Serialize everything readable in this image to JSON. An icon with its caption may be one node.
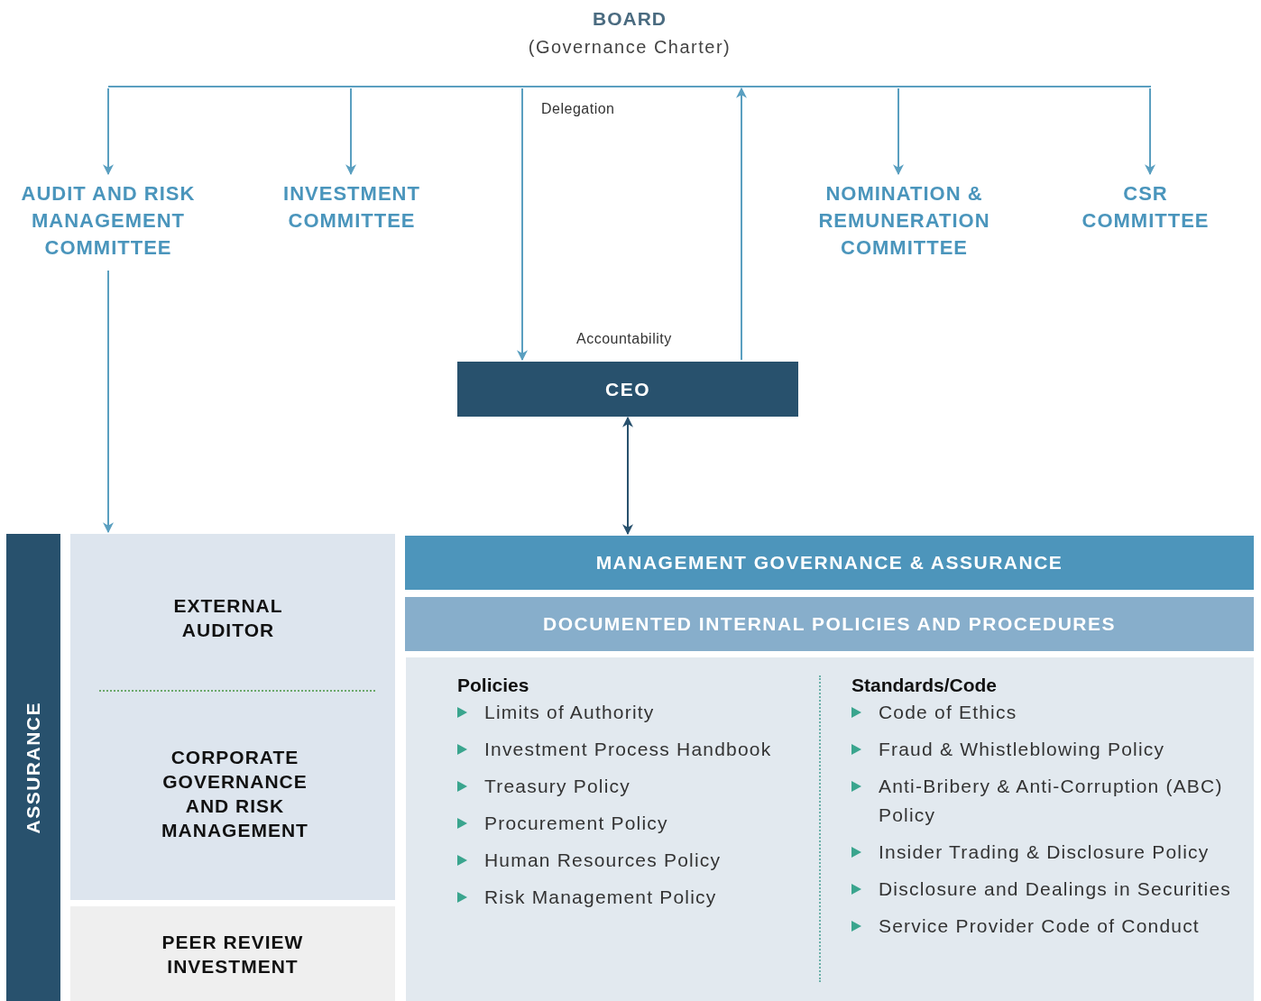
{
  "diagram": {
    "nodes": [
      {
        "text": [
          "BOARD",
          "(Governance Charter)"
        ]
      },
      {
        "text": [
          "AUDIT AND RISK MANAGEMENT COMMITTEE"
        ]
      },
      {
        "text": [
          "INVESTMENT COMMITTEE"
        ]
      },
      {
        "text": [
          "NOMINATION & REMUNERATION COMMITTEE"
        ]
      },
      {
        "text": [
          "CSR COMMITTEE"
        ]
      },
      {
        "text": [
          "CEO"
        ]
      },
      {
        "text": [
          "ASSURANCE"
        ]
      },
      {
        "text": [
          "EXTERNAL AUDITOR",
          "CORPORATE GOVERNANCE AND RISK MANAGEMENT"
        ]
      },
      {
        "text": [
          "PEER REVIEW INVESTMENT"
        ]
      },
      {
        "text": [
          "MANAGEMENT GOVERNANCE & ASSURANCE"
        ]
      },
      {
        "text": [
          "DOCUMENTED INTERNAL POLICIES AND PROCEDURES"
        ]
      },
      {
        "text": [
          "Policies",
          "Limits of Authority",
          "Investment Process Handbook",
          "Treasury Policy",
          "Procurement Policy",
          "Human Resources Policy",
          "Risk Management Policy",
          "Standards/Code",
          "Code of Ethics",
          "Fraud & Whistleblowing Policy",
          "Anti-Bribery & Anti-Corruption (ABC) Policy",
          "Insider Trading & Disclosure Policy",
          "Disclosure and Dealings in Securities",
          "Service Provider Code of Conduct"
        ]
      }
    ],
    "edges": [
      {
        "from": 0,
        "to": 1,
        "arrow": "to"
      },
      {
        "from": 0,
        "to": 2,
        "arrow": "to"
      },
      {
        "from": 0,
        "to": 5,
        "arrow": "to",
        "label": "Delegation"
      },
      {
        "from": 5,
        "to": 0,
        "arrow": "to",
        "label": "Accountability"
      },
      {
        "from": 0,
        "to": 3,
        "arrow": "to"
      },
      {
        "from": 0,
        "to": 4,
        "arrow": "to"
      },
      {
        "from": 1,
        "to": 7,
        "arrow": "to"
      },
      {
        "from": 5,
        "to": 9,
        "arrow": "both",
        "color": "#28516d"
      }
    ]
  }
}
